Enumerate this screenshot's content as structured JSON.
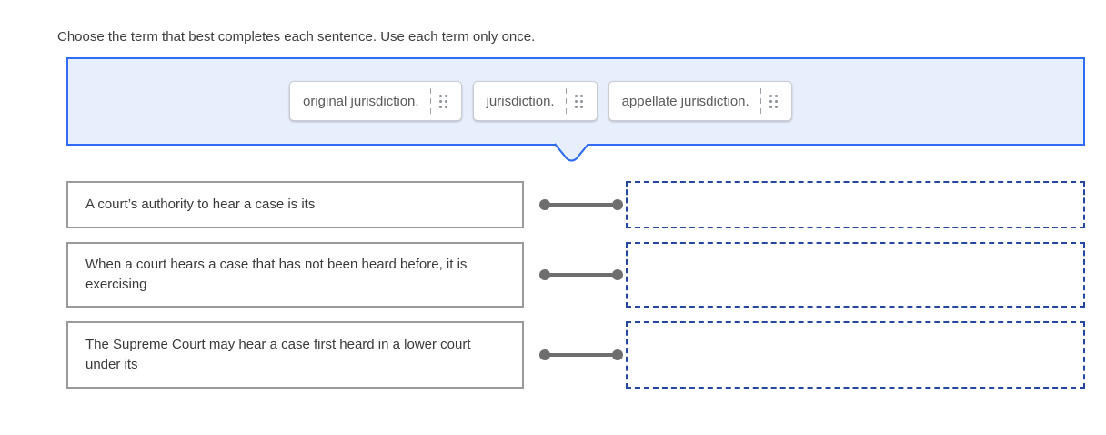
{
  "instruction": "Choose the term that best completes each sentence. Use each term only once.",
  "colors": {
    "panel_border": "#2f6bf5",
    "panel_fill": "#e7eefc",
    "dropzone_border": "#2647a0",
    "sentence_border": "#9a9a9a",
    "connector": "#6e6e6e",
    "chip_border": "#c9ccd1"
  },
  "source_panel": {
    "chips": [
      {
        "label": "original jurisdiction.",
        "grip": "drag-handle-icon"
      },
      {
        "label": "jurisdiction.",
        "grip": "drag-handle-icon"
      },
      {
        "label": "appellate jurisdiction.",
        "grip": "drag-handle-icon"
      }
    ]
  },
  "rows": [
    {
      "sentence": "A court’s authority to hear a case is its",
      "answer": ""
    },
    {
      "sentence": "When a court hears a case that has not been heard before, it is exercising",
      "answer": ""
    },
    {
      "sentence": "The Supreme Court may hear a case first heard in a lower court under its",
      "answer": ""
    }
  ]
}
